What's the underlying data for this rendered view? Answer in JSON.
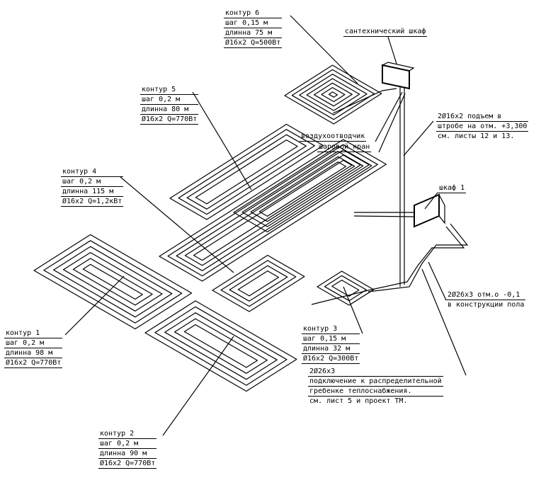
{
  "labels": {
    "c6": {
      "title": "контур 6",
      "step": "шаг 0,15 м",
      "length": "длинна 75 м",
      "pipe": "Ø16x2 Q=500Вт"
    },
    "c5": {
      "title": "контур 5",
      "step": "шаг 0,2 м",
      "length": "длинна 80 м",
      "pipe": "Ø16x2 Q=770Вт"
    },
    "c4": {
      "title": "контур 4",
      "step": "шаг 0,2 м",
      "length": "длинна 115 м",
      "pipe": "Ø16x2 Q=1,2кВт"
    },
    "c1": {
      "title": "контур 1",
      "step": "шаг 0,2 м",
      "length": "длинна 98 м",
      "pipe": "Ø16x2 Q=770Вт"
    },
    "c2": {
      "title": "контур 2",
      "step": "шаг 0,2 м",
      "length": "длинна 90 м",
      "pipe": "Ø16x2 Q=770Вт"
    },
    "c3": {
      "title": "контур 3",
      "step": "шаг 0,15 м",
      "length": "длинна 32 м",
      "pipe": "Ø16x2 Q=300Вт"
    }
  },
  "notes": {
    "cabinet": "сантехнический шкаф",
    "air_vent": "воздухоотводчик",
    "ball_valve": "шаровой кран",
    "riser": [
      "2Ø16x2  подъем в",
      "штробе на отм. +3,300",
      "см. листы 12 и 13."
    ],
    "cabinet1": "шкаф 1",
    "floor": [
      "2Ø26x3 отм.о -0,1",
      "в конструкции пола"
    ],
    "connection": [
      "2Ø26x3",
      "подключение к распределительной",
      "гребенке теплоснабжения.",
      "см. лист 5 и проект ТМ."
    ]
  }
}
